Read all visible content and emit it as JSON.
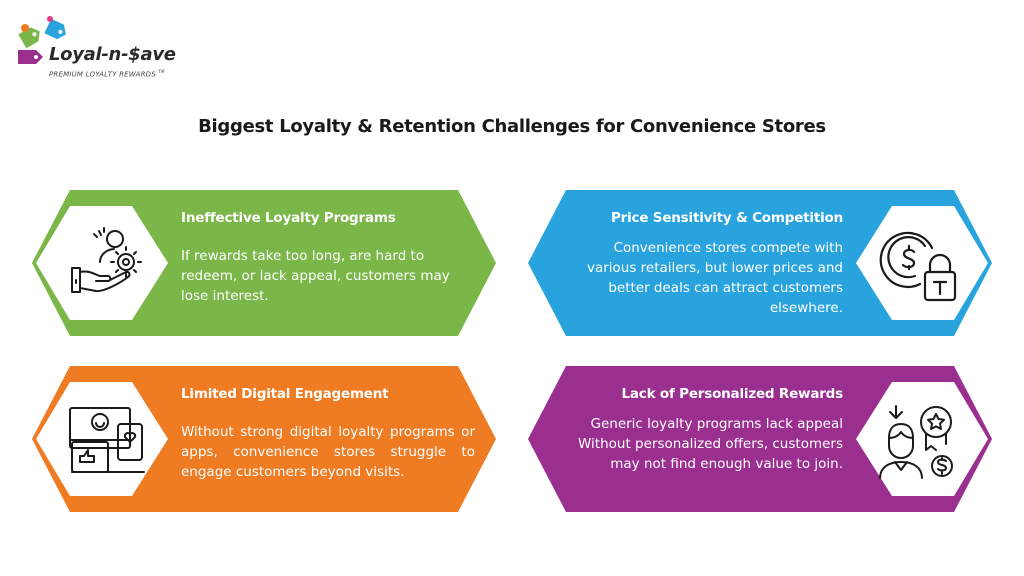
{
  "brand": {
    "name": "Loyal-n-$ave",
    "tagline": "PREMIUM LOYALTY REWARDS",
    "tm": "TM"
  },
  "title": "Biggest Loyalty & Retention Challenges for Convenience Stores",
  "cards": [
    {
      "title": "Ineffective Loyalty Programs",
      "body": "If rewards take too long, are hard to redeem, or lack appeal, customers may lose interest.",
      "color": "#7ab648",
      "icon": "hand-person-gear-icon"
    },
    {
      "title": "Price Sensitivity & Competition",
      "body": "Convenience stores compete with various retailers, but lower prices and better deals can attract customers elsewhere.",
      "color": "#29a3de",
      "icon": "dollar-lock-icon"
    },
    {
      "title": "Limited Digital Engagement",
      "body": "Without strong digital loyalty programs or apps, convenience stores struggle to engage customers beyond visits.",
      "color": "#ef7b22",
      "icon": "digital-devices-icon"
    },
    {
      "title": "Lack of Personalized Rewards",
      "body": "Generic loyalty programs lack appeal Without personalized offers, customers may not find enough value to join.",
      "color": "#9b2f8f",
      "icon": "person-award-icon"
    }
  ]
}
